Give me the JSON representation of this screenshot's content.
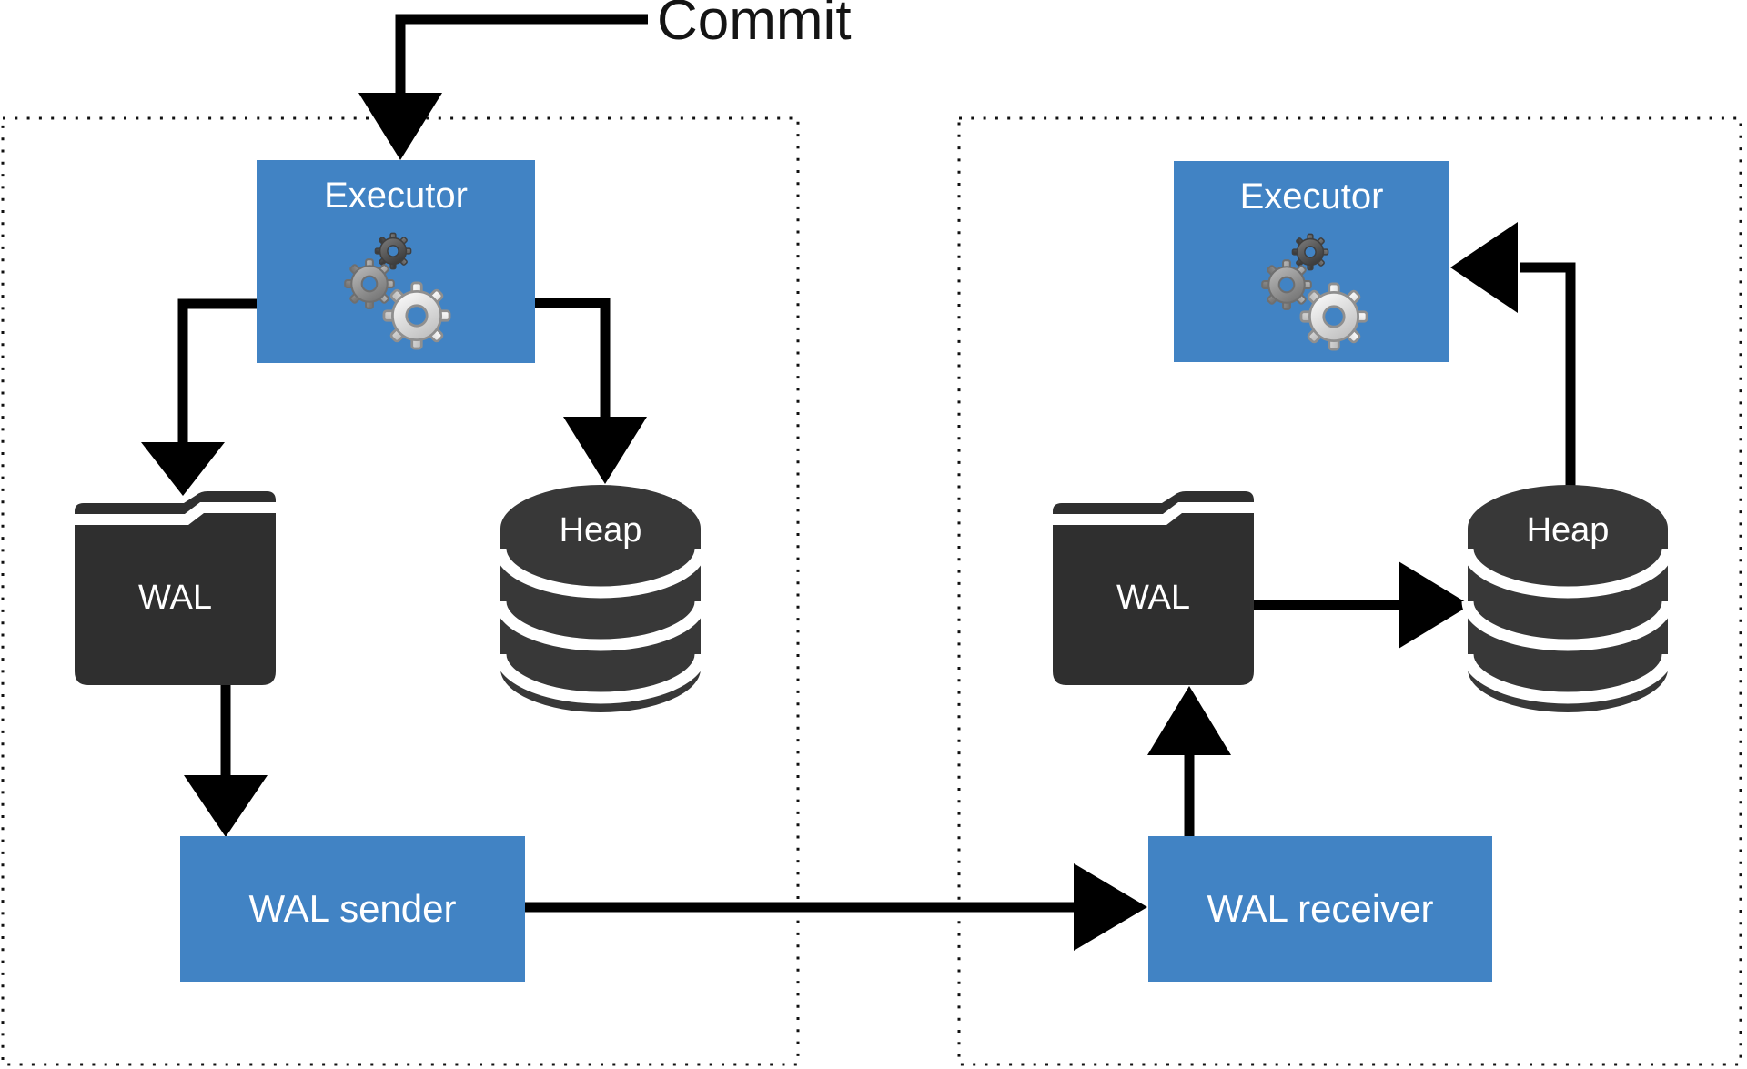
{
  "commit_label": "Commit",
  "primary_cluster": {
    "executor_label": "Executor",
    "wal_label": "WAL",
    "heap_label": "Heap",
    "wal_sender_label": "WAL sender"
  },
  "standby_cluster": {
    "executor_label": "Executor",
    "wal_label": "WAL",
    "heap_label": "Heap",
    "wal_receiver_label": "WAL receiver"
  },
  "icons": {
    "executor_icon": "gears-icon",
    "wal_icon": "folder-icon",
    "heap_icon": "database-cylinder-icon"
  },
  "colors": {
    "node_blue": "#4183C4",
    "folder_dark": "#2F2F2F",
    "heap_dark": "#383838",
    "arrow_black": "#000000",
    "dotted_border": "#111111",
    "label_text": "#FFFFFF",
    "commit_text": "#141414"
  }
}
